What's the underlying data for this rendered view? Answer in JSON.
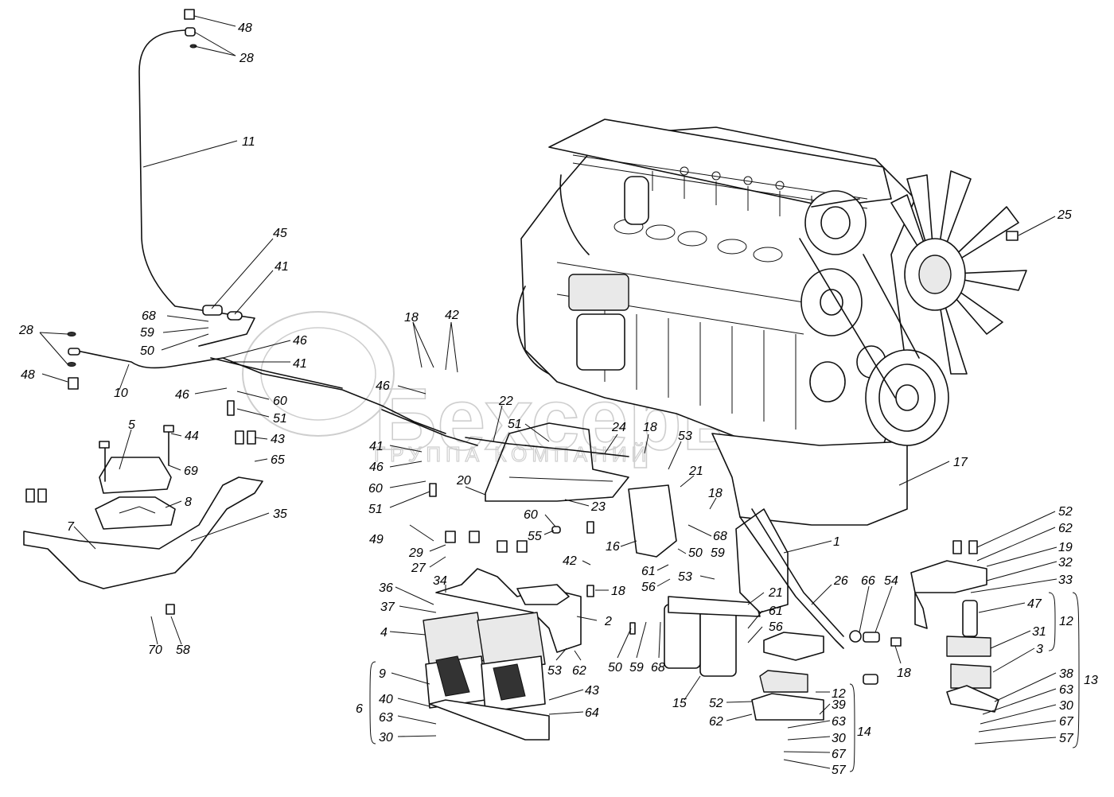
{
  "watermark": {
    "brand": "Бехсерв",
    "subtitle": "ГРУППА КОМПАНИЙ"
  },
  "callouts": {
    "n48a": "48",
    "n28a": "28",
    "n11": "11",
    "n45": "45",
    "n41a": "41",
    "n68a": "68",
    "n59a": "59",
    "n50a": "50",
    "n46a": "46",
    "n41b": "41",
    "n28b": "28",
    "n48b": "48",
    "n10": "10",
    "n46b": "46",
    "n60a": "60",
    "n51a": "51",
    "n18a": "18",
    "n42a": "42",
    "n46c": "46",
    "n22": "22",
    "n24": "24",
    "n18b": "18",
    "n53a": "53",
    "n51b": "51",
    "n41c": "41",
    "n46d": "46",
    "n60b": "60",
    "n51c": "51",
    "n20": "20",
    "n23": "23",
    "n21a": "21",
    "n18c": "18",
    "n5": "5",
    "n44": "44",
    "n43a": "43",
    "n65": "65",
    "n69": "69",
    "n8": "8",
    "n35": "35",
    "n7": "7",
    "n25": "25",
    "n17": "17",
    "n1": "1",
    "n49": "49",
    "n29": "29",
    "n27": "27",
    "n60c": "60",
    "n55": "55",
    "n42b": "42",
    "n18d": "18",
    "n16": "16",
    "n68b": "68",
    "n50b": "50",
    "n59b": "59",
    "n61a": "61",
    "n56a": "56",
    "n53b": "53",
    "n34": "34",
    "n36": "36",
    "n37": "37",
    "n4": "4",
    "n2": "2",
    "n21b": "21",
    "n61b": "61",
    "n56b": "56",
    "n26": "26",
    "n66": "66",
    "n54": "54",
    "n18e": "18",
    "n50c": "50",
    "n59c": "59",
    "n68c": "68",
    "n53c": "53",
    "n62a": "62",
    "n9": "9",
    "n6": "6",
    "n40": "40",
    "n63a": "63",
    "n30a": "30",
    "n43b": "43",
    "n64": "64",
    "n15": "15",
    "n12a": "12",
    "n52a": "52",
    "n62b": "62",
    "n39": "39",
    "n63b": "63",
    "n30b": "30",
    "n67a": "67",
    "n57a": "57",
    "n14": "14",
    "n52b": "52",
    "n62c": "62",
    "n19": "19",
    "n32": "32",
    "n33": "33",
    "n47": "47",
    "n12b": "12",
    "n31": "31",
    "n3": "3",
    "n38": "38",
    "n63c": "63",
    "n30c": "30",
    "n67b": "67",
    "n57b": "57",
    "n13": "13",
    "n70": "70",
    "n58": "58"
  }
}
